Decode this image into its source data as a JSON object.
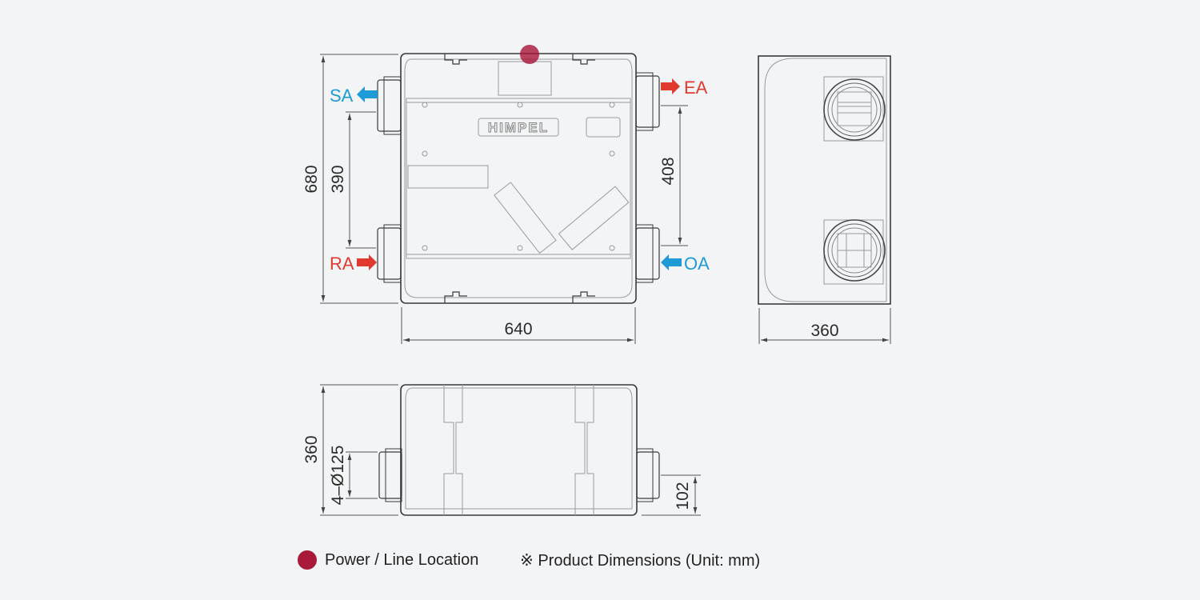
{
  "colors": {
    "power": "#a8193a",
    "supply": "#1e9ad6",
    "exhaust": "#e03a2f",
    "line": "#3a3a3a"
  },
  "airflow": {
    "sa": "SA",
    "ea": "EA",
    "ra": "RA",
    "oa": "OA"
  },
  "brand": "HIMPEL",
  "dimensions": {
    "height": "680",
    "inner_left": "390",
    "inner_right": "408",
    "width": "640",
    "side_depth": "360",
    "bottom_depth": "360",
    "duct": "4–Ø125",
    "duct_offset": "102"
  },
  "legend": {
    "power_label": "Power / Line Location",
    "note": "※ Product Dimensions (Unit: mm)"
  }
}
